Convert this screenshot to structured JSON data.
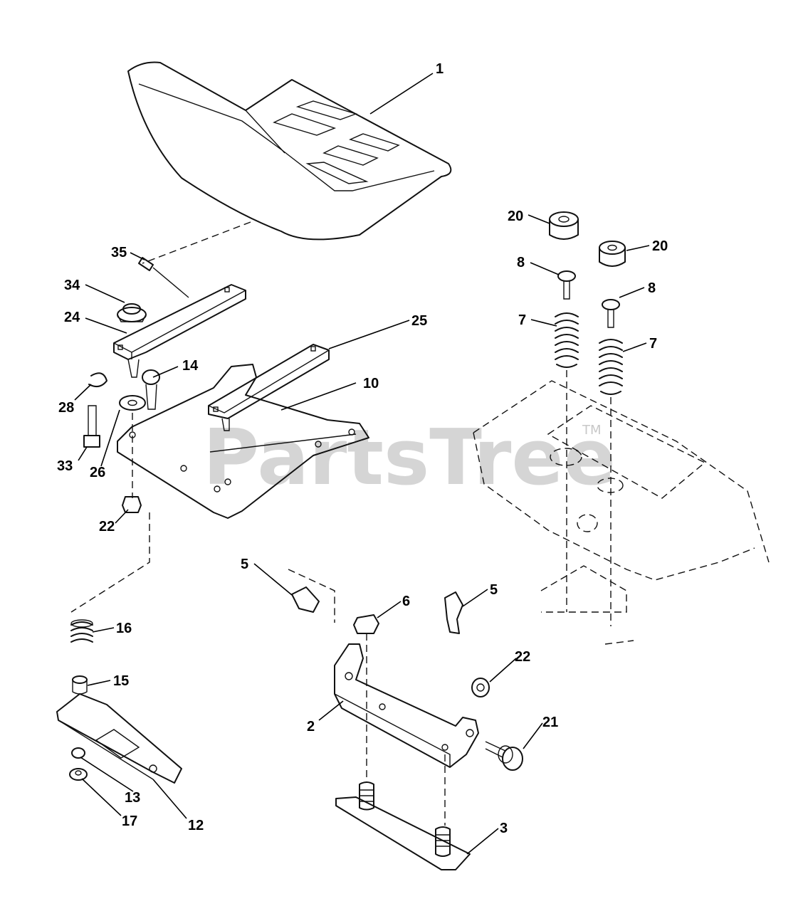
{
  "watermark": {
    "text": "PartsTree",
    "trademark": "TM"
  },
  "callouts": {
    "c1": "1",
    "c2": "2",
    "c3": "3",
    "c5a": "5",
    "c5b": "5",
    "c6": "6",
    "c7a": "7",
    "c7b": "7",
    "c8a": "8",
    "c8b": "8",
    "c10": "10",
    "c12": "12",
    "c13": "13",
    "c14": "14",
    "c15": "15",
    "c16": "16",
    "c17": "17",
    "c20a": "20",
    "c20b": "20",
    "c21": "21",
    "c22a": "22",
    "c22b": "22",
    "c24": "24",
    "c25": "25",
    "c26": "26",
    "c28": "28",
    "c33": "33",
    "c34": "34",
    "c35": "35"
  }
}
